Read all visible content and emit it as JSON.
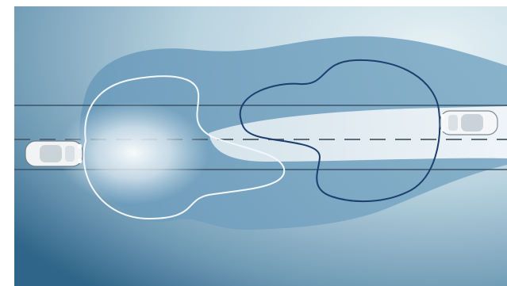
{
  "diagram": {
    "type": "adaptive-headlight-beam-pattern",
    "elements": [
      "road",
      "oncoming-car",
      "ego-car",
      "outer-light-zone",
      "low-beam-outline",
      "high-beam-outline",
      "headlight-glow"
    ],
    "colors": {
      "background_top": "#d8e8ef",
      "background_bottom": "#2f6589",
      "light_zone": "#7aa8c5",
      "low_beam_outline": "#f2f7fa",
      "high_beam_outline": "#1c3f6e",
      "road_edge": "#3a5568",
      "lane_dash": "#4a5c6a",
      "car_body": "#f1f3f5"
    }
  }
}
